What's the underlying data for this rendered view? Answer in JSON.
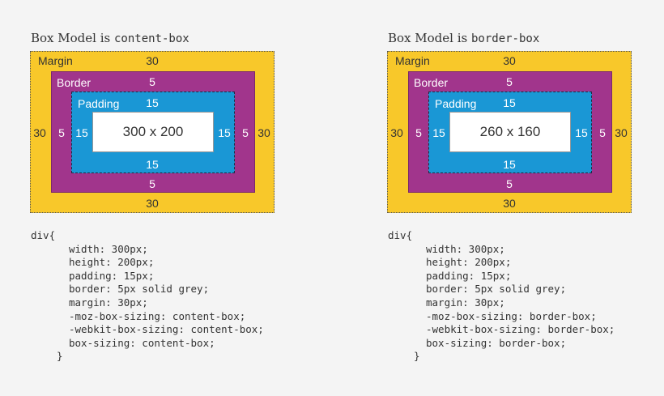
{
  "diagrams": [
    {
      "title_prefix": "Box Model is ",
      "title_mode": "content-box",
      "labels": {
        "margin": "Margin",
        "border": "Border",
        "padding": "Padding"
      },
      "values": {
        "margin": "30",
        "border": "5",
        "padding": "15"
      },
      "content": "300 x 200",
      "code": {
        "open": "div{",
        "lines": [
          "width: 300px;",
          "height: 200px;",
          "padding: 15px;",
          "border: 5px solid grey;",
          "margin: 30px;",
          "-moz-box-sizing: content-box;",
          "-webkit-box-sizing: content-box;",
          "box-sizing: content-box;"
        ],
        "close": "}"
      }
    },
    {
      "title_prefix": "Box Model is ",
      "title_mode": "border-box",
      "labels": {
        "margin": "Margin",
        "border": "Border",
        "padding": "Padding"
      },
      "values": {
        "margin": "30",
        "border": "5",
        "padding": "15"
      },
      "content": "260 x 160",
      "code": {
        "open": "div{",
        "lines": [
          "width: 300px;",
          "height: 200px;",
          "padding: 15px;",
          "border: 5px solid grey;",
          "margin: 30px;",
          "-moz-box-sizing: border-box;",
          "-webkit-box-sizing: border-box;",
          "box-sizing: border-box;"
        ],
        "close": "}"
      }
    }
  ],
  "colors": {
    "margin": "#f8c82a",
    "border": "#a1358c",
    "padding": "#1a97d5",
    "content": "#ffffff"
  }
}
